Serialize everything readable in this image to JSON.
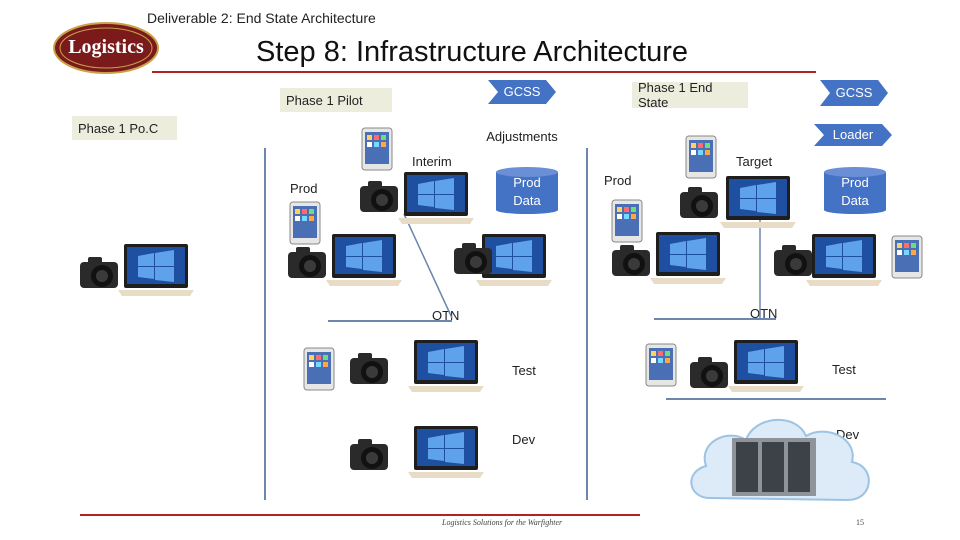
{
  "header": {
    "deliverable": "Deliverable 2: End State Architecture",
    "title": "Step 8: Infrastructure Architecture",
    "logo_text": "Logistics"
  },
  "labels": {
    "phase1_poc": "Phase 1 Po.C",
    "phase1_pilot": "Phase 1 Pilot",
    "phase1_end_state": "Phase 1 End State",
    "gcss_pilot": "GCSS",
    "gcss_end": "GCSS",
    "adjustments": "Adjustments",
    "loader": "Loader",
    "interim": "Interim",
    "target": "Target",
    "prod_pilot": "Prod",
    "prod_end": "Prod",
    "prod_data_pilot": "Prod\nData",
    "prod_data_end": "Prod\nData",
    "otn_pilot": "OTN",
    "otn_end": "OTN",
    "test_pilot": "Test",
    "test_end": "Test",
    "dev_pilot": "Dev",
    "dev_end": "Dev"
  },
  "footer": {
    "text": "Logistics Solutions for the Warfighter",
    "page": "15"
  },
  "colors": {
    "accent_blue": "#4472c4",
    "line_blue": "#6c86ad",
    "rule_red": "#b22222",
    "phase_box": "#ededde"
  }
}
